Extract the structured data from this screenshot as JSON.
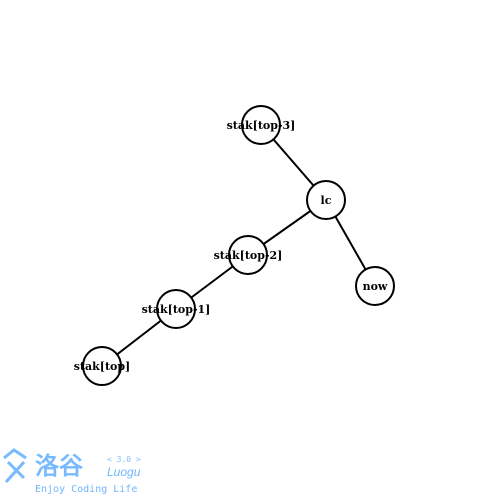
{
  "diagram": {
    "nodes": [
      {
        "id": "n_top3",
        "label": "stak[top-3]"
      },
      {
        "id": "n_lc",
        "label": "lc"
      },
      {
        "id": "n_top2",
        "label": "stak[top-2]"
      },
      {
        "id": "n_now",
        "label": "now"
      },
      {
        "id": "n_top1",
        "label": "stak[top-1]"
      },
      {
        "id": "n_top",
        "label": "stak[top]"
      }
    ],
    "edges": [
      {
        "from": "n_top3",
        "to": "n_lc"
      },
      {
        "from": "n_lc",
        "to": "n_top2"
      },
      {
        "from": "n_lc",
        "to": "n_now"
      },
      {
        "from": "n_top2",
        "to": "n_top1"
      },
      {
        "from": "n_top1",
        "to": "n_top"
      }
    ]
  },
  "watermark": {
    "logo_text": "洛谷",
    "brand": "Luogu",
    "version": "< 3.0 >",
    "slogan": "Enjoy Coding Life",
    "color": "#4aa3ff"
  }
}
